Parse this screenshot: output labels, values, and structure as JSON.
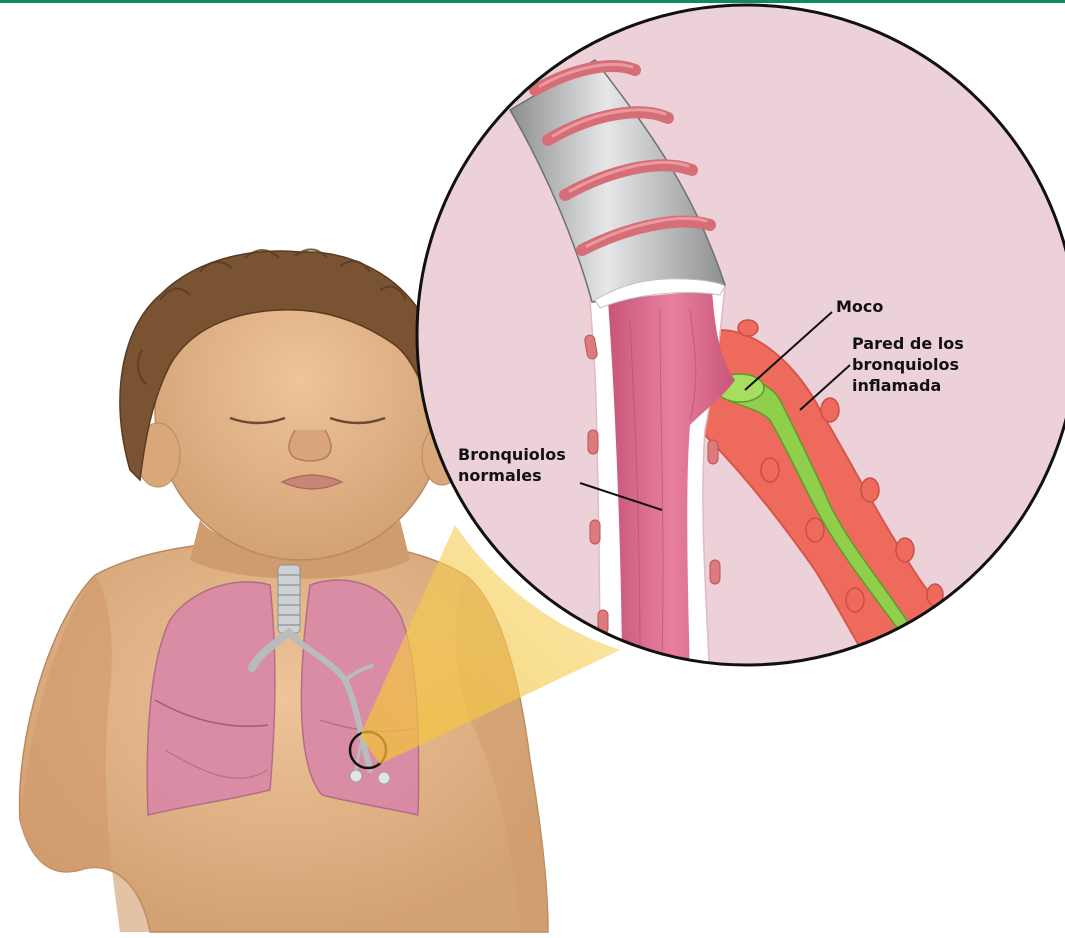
{
  "colors": {
    "top_bar": "#0f8a5c",
    "skin": "#e4b88c",
    "skin_shade": "#c9966a",
    "hair": "#7a5333",
    "lung": "#d98aa6",
    "lung_edge": "#b06a86",
    "trachea": "#cfd2d4",
    "zoom_bg": "#ecd2d8",
    "airway_wall": "#ffffff",
    "airway_lumen": "#dd7090",
    "muscle_band": "#d66e78",
    "cartilage": "#a9aaac",
    "inflamed_wall": "#ee6a5c",
    "mucus": "#8fcf4c",
    "highlight_beam": "#f4c842"
  },
  "labels": {
    "moco": "Moco",
    "pared": "Pared de los\nbronquiolos\ninflamada",
    "normales": "Bronquiolos\nnormales"
  }
}
